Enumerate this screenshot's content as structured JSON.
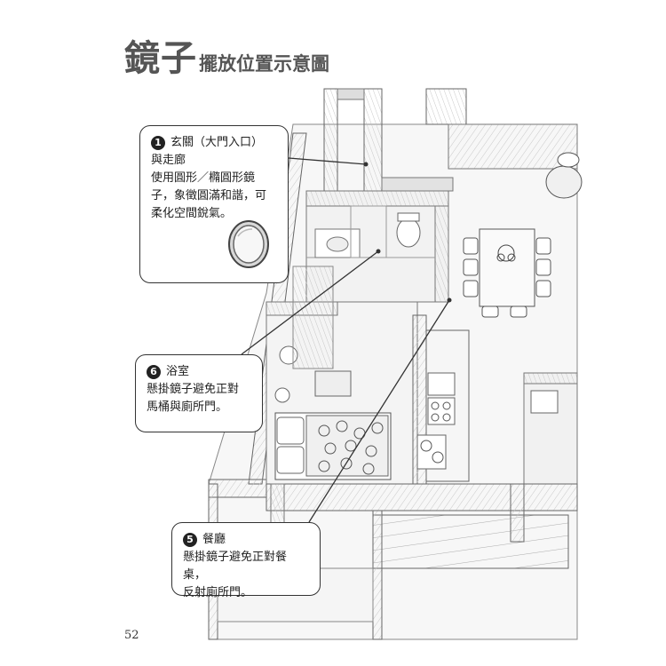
{
  "title": {
    "main": "鏡子",
    "sub": "擺放位置示意圖"
  },
  "callouts": {
    "entrance": {
      "number": "1",
      "heading": "玄關（大門入口）",
      "lines": [
        "與走廊",
        "使用圓形／橢圓形鏡",
        "子，象徵圓滿和諧，可",
        "柔化空間銳氣。"
      ],
      "image": "oval-mirror"
    },
    "bathroom": {
      "number": "6",
      "heading": "浴室",
      "lines": [
        "懸掛鏡子避免正對",
        "馬桶與廁所門。"
      ]
    },
    "dining": {
      "number": "5",
      "heading": "餐廳",
      "lines": [
        "懸掛鏡子避免正對餐桌，",
        "反射廁所門。"
      ]
    }
  },
  "page_number": "52",
  "illustration": "floor-plan-sketch"
}
